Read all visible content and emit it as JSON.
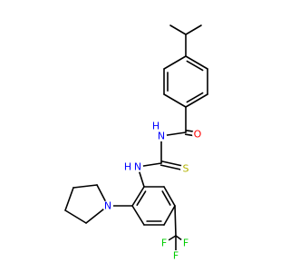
{
  "colors": {
    "bond": "#000000",
    "N": "#0000ff",
    "O": "#ff0000",
    "S": "#b2b200",
    "F": "#00cc00"
  },
  "atom_labels": {
    "amide_n": "N",
    "amide_h": "H",
    "carbonyl_o": "O",
    "thio_n": "N",
    "thio_h": "H",
    "thio_s": "S",
    "pyrrolidine_n": "N",
    "f1": "F",
    "f2": "F",
    "f3": "F"
  }
}
